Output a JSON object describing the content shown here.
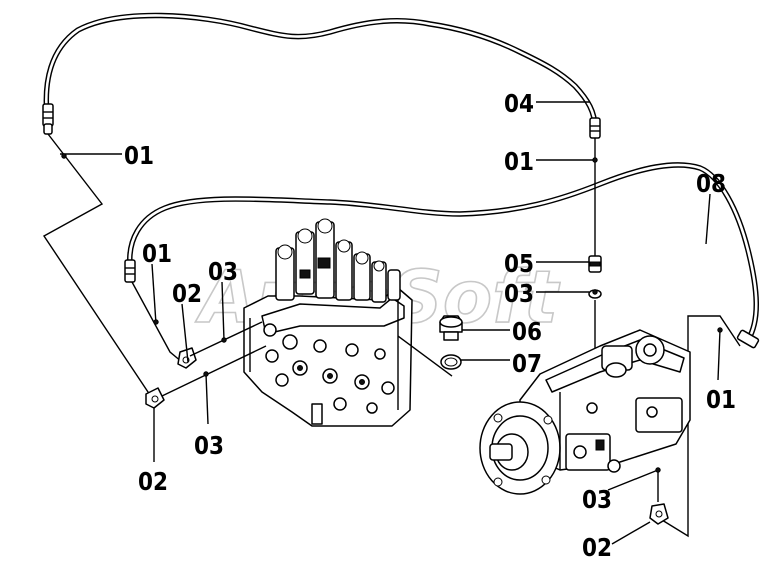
{
  "watermark": "AutoSoft",
  "callouts": {
    "c01_top_left": "01",
    "c01_left": "01",
    "c01_center": "01",
    "c01_right": "01",
    "c02_mid": "02",
    "c02_left": "02",
    "c02_bottom_right": "02",
    "c03_valve_top": "03",
    "c03_valve_bottom": "03",
    "c03_center": "03",
    "c03_pump": "03",
    "c04": "04",
    "c05": "05",
    "c06": "06",
    "c07": "07",
    "c08": "08"
  }
}
